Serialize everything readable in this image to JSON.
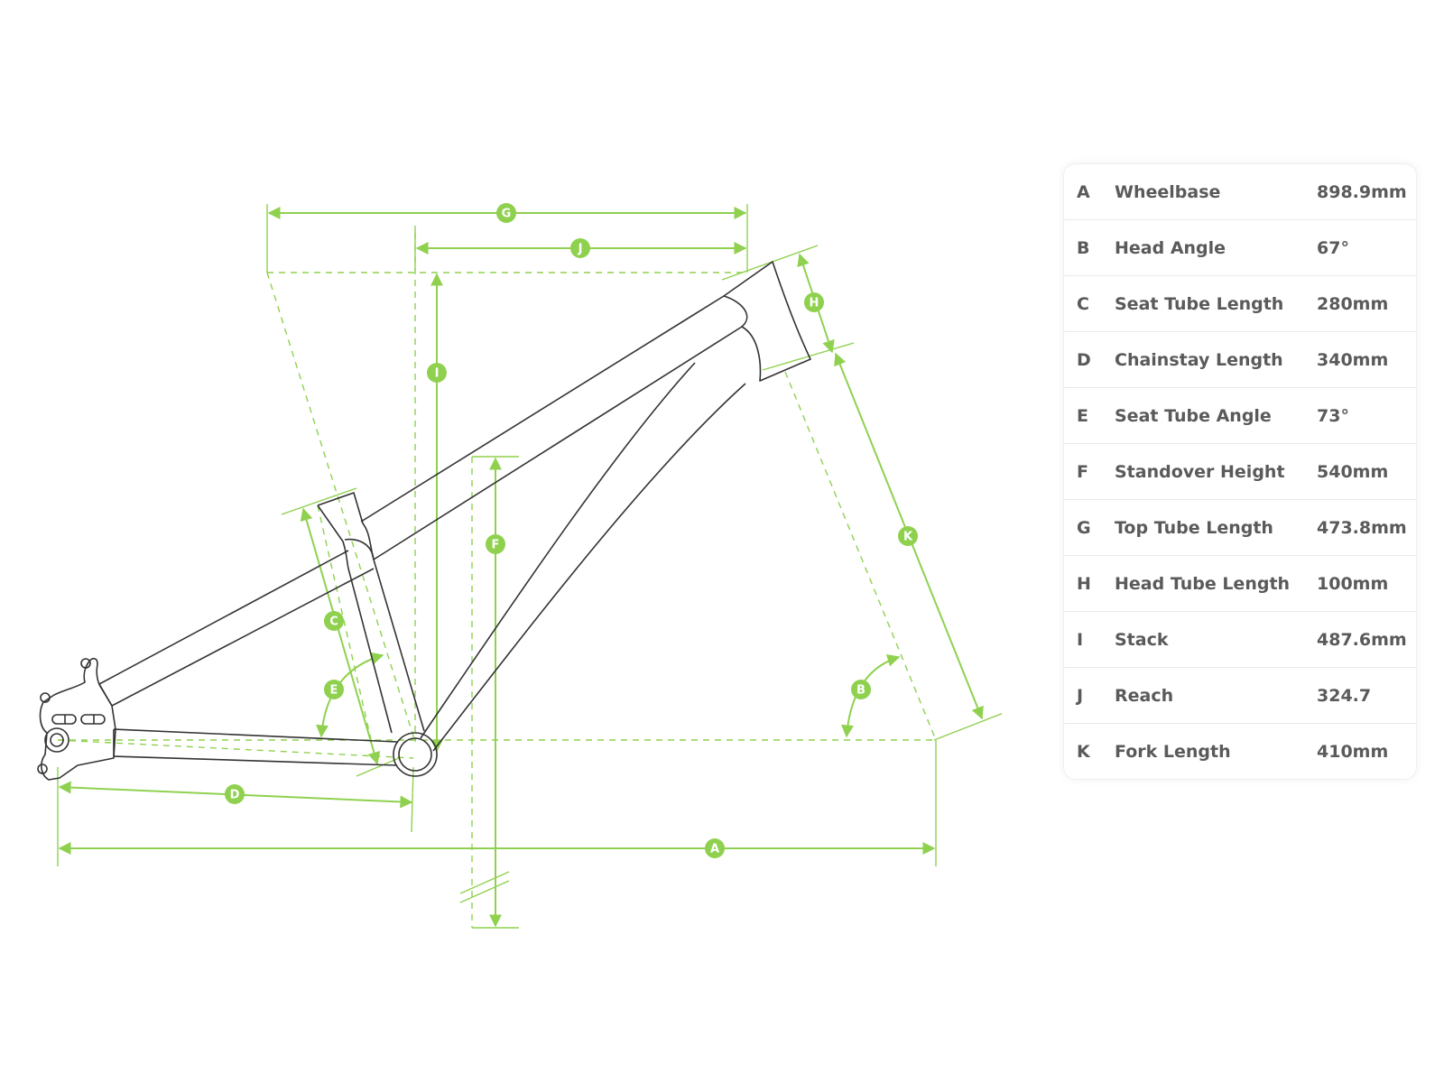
{
  "colors": {
    "accent": "#8fd14f",
    "frame_line": "#333333",
    "text": "#5a5a5a"
  },
  "dimension_labels": [
    "G",
    "J",
    "H",
    "I",
    "F",
    "C",
    "E",
    "D",
    "A",
    "B",
    "K"
  ],
  "geometry": [
    {
      "letter": "A",
      "name": "Wheelbase",
      "value": "898.9mm"
    },
    {
      "letter": "B",
      "name": "Head Angle",
      "value": "67°"
    },
    {
      "letter": "C",
      "name": "Seat Tube Length",
      "value": "280mm"
    },
    {
      "letter": "D",
      "name": "Chainstay Length",
      "value": "340mm"
    },
    {
      "letter": "E",
      "name": "Seat Tube Angle",
      "value": "73°"
    },
    {
      "letter": "F",
      "name": "Standover Height",
      "value": "540mm"
    },
    {
      "letter": "G",
      "name": "Top Tube Length",
      "value": "473.8mm"
    },
    {
      "letter": "H",
      "name": "Head Tube Length",
      "value": "100mm"
    },
    {
      "letter": "I",
      "name": "Stack",
      "value": "487.6mm"
    },
    {
      "letter": "J",
      "name": "Reach",
      "value": "324.7"
    },
    {
      "letter": "K",
      "name": "Fork Length",
      "value": "410mm"
    }
  ]
}
